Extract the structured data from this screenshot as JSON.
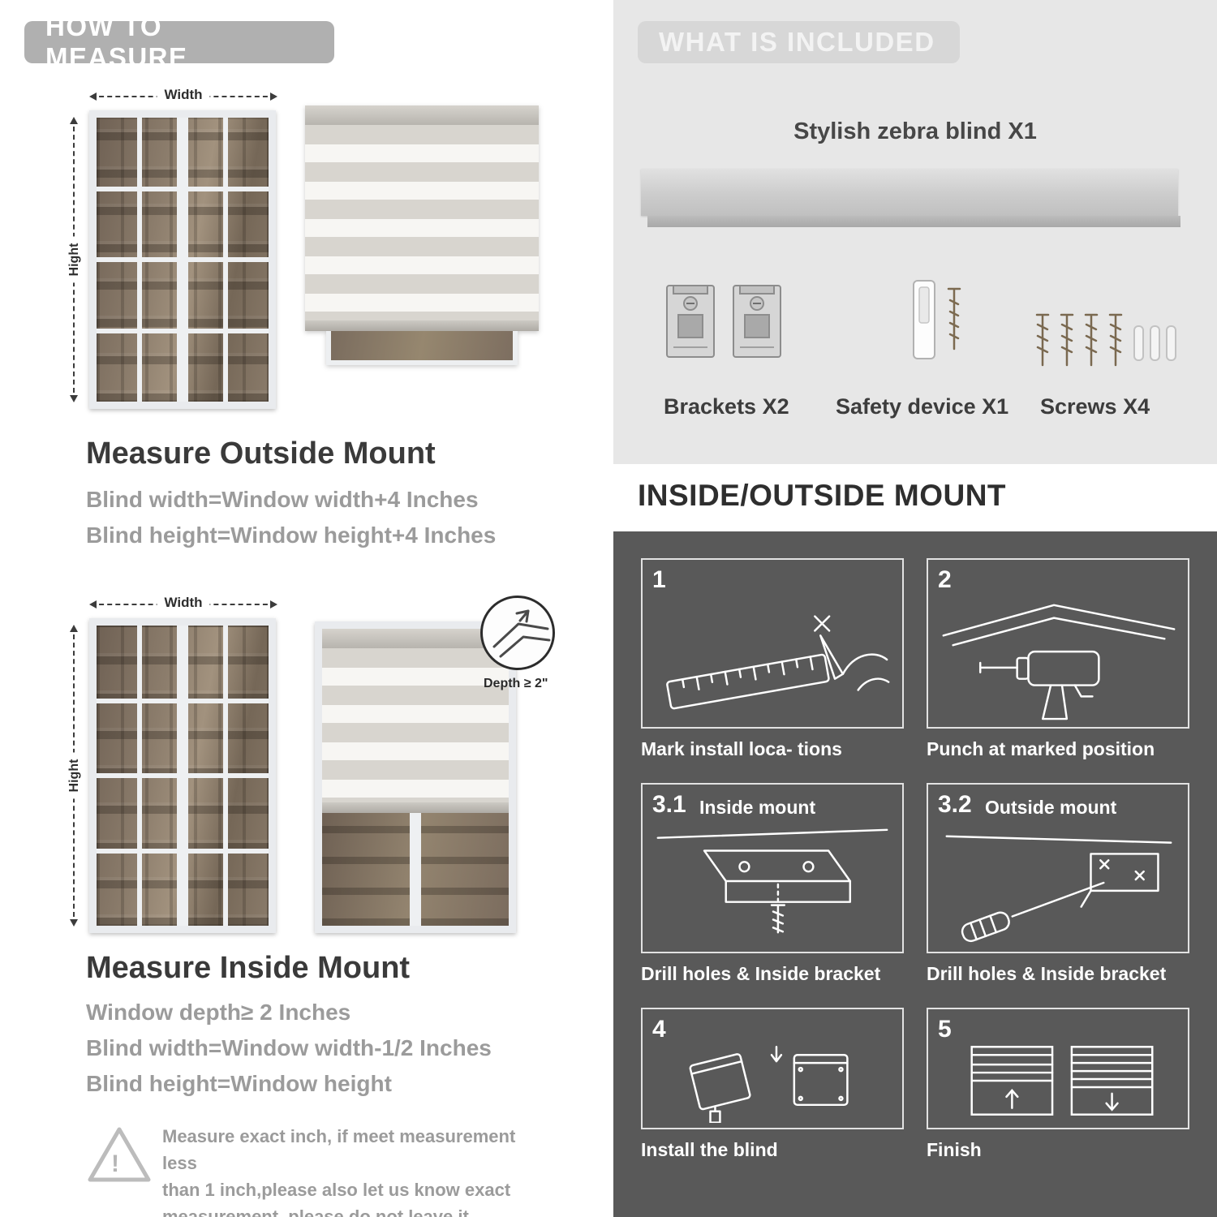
{
  "colors": {
    "how_banner_gray": "#b0b0b0",
    "included_banner_gray": "#d7d7d7",
    "light_panel": "#e7e7e7",
    "dark_panel": "#595959",
    "heading_dark": "#3a3a3a",
    "body_gray": "#9b9b9b",
    "stripe_fabric": "#d8d5cf",
    "stripe_sheer": "#f7f6f3"
  },
  "how_to_measure": {
    "banner": "HOW TO MEASURE",
    "outside": {
      "width_label": "Width",
      "height_label": "Hight",
      "heading": "Measure Outside Mount",
      "lines": [
        "Blind width=Window width+4 Inches",
        "Blind height=Window height+4 Inches"
      ]
    },
    "inside": {
      "width_label": "Width",
      "height_label": "Hight",
      "depth_label": "Depth ≥ 2\"",
      "heading": "Measure Inside Mount",
      "lines": [
        "Window depth≥ 2 Inches",
        "Blind width=Window width-1/2 Inches",
        "Blind height=Window height"
      ]
    },
    "note": {
      "mark": "!",
      "text": "Measure exact inch, if meet measurement less\nthan 1 inch,please also let us know exact\nmeasurement, please do not leave it"
    }
  },
  "included": {
    "banner": "WHAT IS INCLUDED",
    "blind_label": "Stylish zebra blind X1",
    "items": [
      {
        "label": "Brackets X2"
      },
      {
        "label": "Safety device X1"
      },
      {
        "label": "Screws X4"
      }
    ]
  },
  "mount_guide": {
    "heading": "INSIDE/OUTSIDE MOUNT",
    "steps": [
      {
        "num": "1",
        "sub": "",
        "caption": "Mark install loca- tions"
      },
      {
        "num": "2",
        "sub": "",
        "caption": "Punch at  marked position"
      },
      {
        "num": "3.1",
        "sub": "Inside mount",
        "caption": "Drill holes &  Inside bracket"
      },
      {
        "num": "3.2",
        "sub": "Outside mount",
        "caption": "Drill holes &  Inside bracket"
      },
      {
        "num": "4",
        "sub": "",
        "caption": "Install the blind"
      },
      {
        "num": "5",
        "sub": "",
        "caption": "Finish"
      }
    ]
  }
}
